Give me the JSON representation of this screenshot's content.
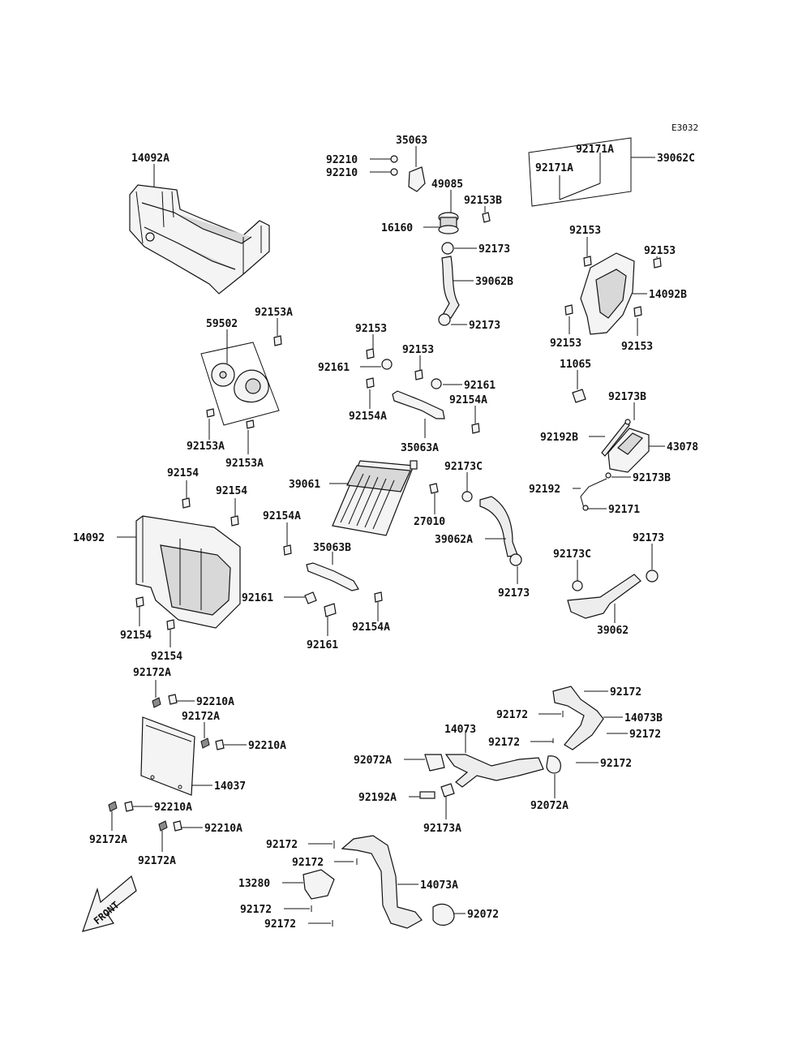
{
  "diagram_code": "E3032",
  "front_label": "FRONT",
  "labels": {
    "l01": "35063",
    "l02": "92210",
    "l03": "92210",
    "l04": "49085",
    "l05": "92153B",
    "l06": "16160",
    "l07": "92173",
    "l08": "39062B",
    "l09": "92173",
    "l10": "14092A",
    "l11": "92171A",
    "l12": "92171A",
    "l13": "39062C",
    "l14": "92153",
    "l15": "92153",
    "l16": "14092B",
    "l17": "92153",
    "l18": "92153",
    "l19": "92153A",
    "l20": "59502",
    "l21": "92153A",
    "l22": "92153A",
    "l23": "92153",
    "l24": "92161",
    "l25": "92153",
    "l26": "92161",
    "l27": "92154A",
    "l28": "92154A",
    "l29": "35063A",
    "l30": "11065",
    "l31": "92173B",
    "l32": "92192B",
    "l33": "43078",
    "l34": "92173B",
    "l35": "92192",
    "l36": "92171",
    "l37": "92154",
    "l38": "92154",
    "l39": "39061",
    "l40": "92173C",
    "l41": "27010",
    "l42": "14092",
    "l43": "92154A",
    "l44": "35063B",
    "l45": "39062A",
    "l46": "92173",
    "l47": "92173C",
    "l48": "92173",
    "l49": "92161",
    "l50": "92154A",
    "l51": "92161",
    "l52": "39062",
    "l53": "92154",
    "l54": "92154",
    "l55": "92172A",
    "l56": "92210A",
    "l57": "92172A",
    "l58": "92210A",
    "l59": "14037",
    "l60": "92210A",
    "l61": "92172A",
    "l62": "92210A",
    "l63": "92172A",
    "l64": "92172",
    "l65": "92172",
    "l66": "14073B",
    "l67": "14073",
    "l68": "92172",
    "l69": "92172",
    "l70": "92072A",
    "l71": "92172",
    "l72": "92192A",
    "l73": "92072A",
    "l74": "92173A",
    "l75": "92172",
    "l76": "92172",
    "l77": "13280",
    "l78": "14073A",
    "l79": "92172",
    "l80": "92072",
    "l81": "92172"
  }
}
